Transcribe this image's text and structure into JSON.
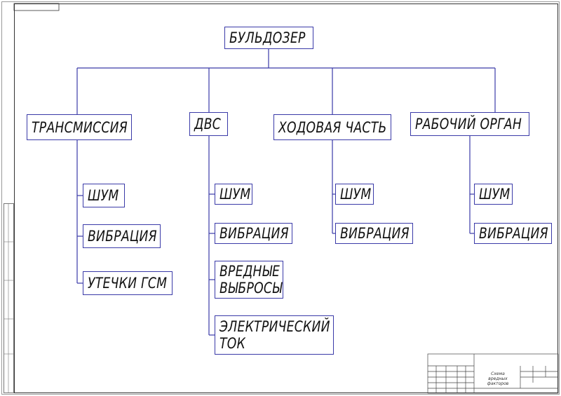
{
  "diagram": {
    "root": "БУЛЬДОЗЕР",
    "branches": [
      {
        "title": "ТРАНСМИССИЯ",
        "items": [
          "ШУМ",
          "ВИБРАЦИЯ",
          "УТЕЧКИ ГСМ"
        ]
      },
      {
        "title": "ДВС",
        "items": [
          "ШУМ",
          "ВИБРАЦИЯ",
          "ВРЕДНЫЕ\nВЫБРОСЫ",
          "ЭЛЕКТРИЧЕСКИЙ\nТОК"
        ]
      },
      {
        "title": "ХОДОВАЯ ЧАСТЬ",
        "items": [
          "ШУМ",
          "ВИБРАЦИЯ"
        ]
      },
      {
        "title": "РАБОЧИЙ ОРГАН",
        "items": [
          "ШУМ",
          "ВИБРАЦИЯ"
        ]
      }
    ]
  },
  "title_block": {
    "caption": "Схема\nвредных\nфакторов"
  },
  "colors": {
    "line": "#3a3aa8",
    "frame": "#333333"
  }
}
